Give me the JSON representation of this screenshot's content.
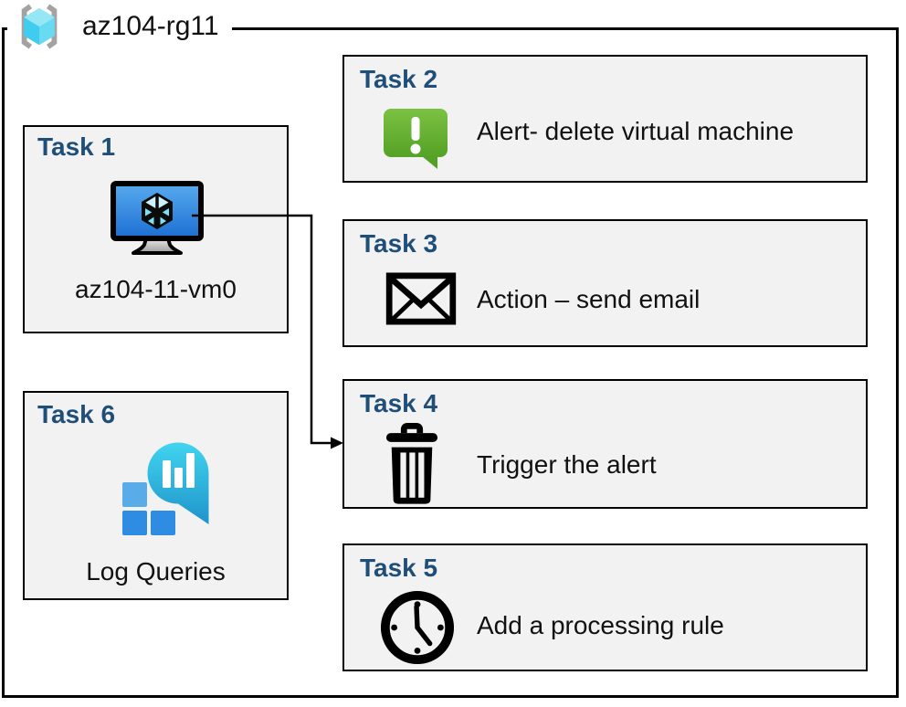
{
  "resource_group": {
    "name": "az104-rg11",
    "icon": "resource-group-icon"
  },
  "tasks": [
    {
      "heading": "Task 1",
      "label": "az104-11-vm0",
      "icon": "virtual-machine-icon"
    },
    {
      "heading": "Task 2",
      "label": "Alert- delete virtual machine",
      "icon": "alert-icon"
    },
    {
      "heading": "Task 3",
      "label": "Action – send email",
      "icon": "email-icon"
    },
    {
      "heading": "Task 4",
      "label": "Trigger the alert",
      "icon": "trash-icon"
    },
    {
      "heading": "Task 5",
      "label": "Add a processing rule",
      "icon": "clock-icon"
    },
    {
      "heading": "Task 6",
      "label": "Log Queries",
      "icon": "log-analytics-icon"
    }
  ],
  "connector": {
    "from": "Task 1 virtual machine",
    "to": "Task 4",
    "style": "right-angle-arrow"
  },
  "colors": {
    "box_fill": "#f2f2f2",
    "box_border": "#000000",
    "heading_blue": "#1f4e79",
    "alert_green_top": "#7cc143",
    "alert_green_bottom": "#55a226",
    "vm_screen_blue_top": "#58abee",
    "vm_screen_blue_bottom": "#1c6fd2",
    "log_teal_top": "#41d4ef",
    "log_teal_bottom": "#1f93cb",
    "log_square_light": "#5aace8",
    "log_square_dark": "#2e8ce2",
    "rg_cube_top": "#96e7f5",
    "rg_cube_left": "#3ecdee",
    "rg_cube_right": "#68dbf3",
    "bracket_gray": "#a3a3a3"
  }
}
